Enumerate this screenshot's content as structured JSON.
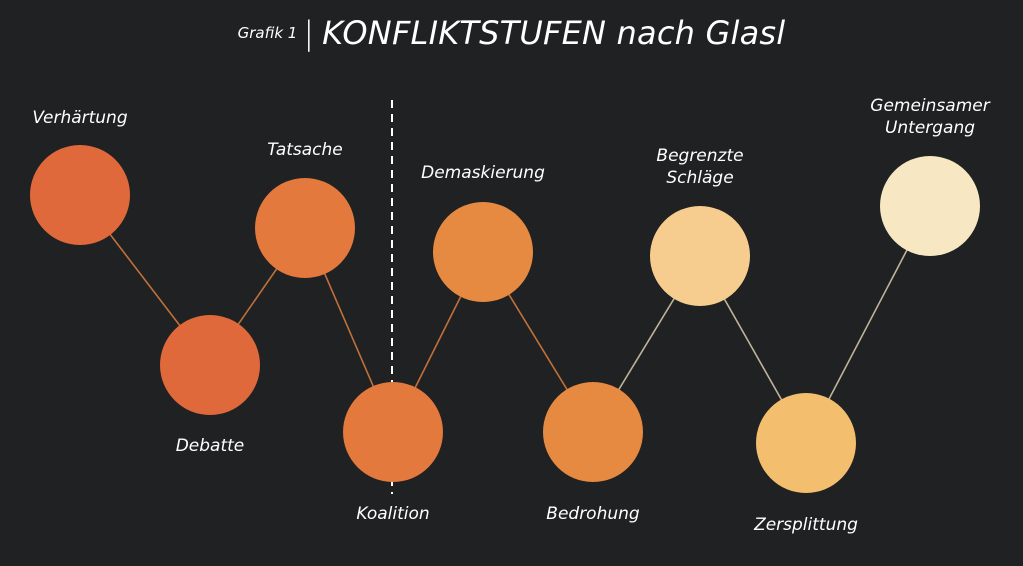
{
  "title": {
    "prefix": "Grafik 1",
    "separator": "|",
    "main": "KONFLIKTSTUFEN nach Glasl"
  },
  "colors": {
    "background": "#1f2122",
    "line_dark": "#c0703a",
    "line_light": "#bfb49a",
    "divider": "#ffffff"
  },
  "stages": [
    {
      "id": "verhaertung",
      "label": "Verhärtung",
      "level": "high",
      "color": "#e0693b"
    },
    {
      "id": "debatte",
      "label": "Debatte",
      "level": "low",
      "color": "#e0693b"
    },
    {
      "id": "tatsache",
      "label": "Tatsache",
      "level": "high",
      "color": "#e4793d"
    },
    {
      "id": "koalition",
      "label": "Koalition",
      "level": "low",
      "color": "#e4793d"
    },
    {
      "id": "demaskierung",
      "label": "Demaskierung",
      "level": "high",
      "color": "#e68941"
    },
    {
      "id": "bedrohung",
      "label": "Bedrohung",
      "level": "low",
      "color": "#e68941"
    },
    {
      "id": "begrenzte-schlaege",
      "label": "Begrenzte\nSchläge",
      "level": "high",
      "color": "#f6cd8e"
    },
    {
      "id": "zersplittung",
      "label": "Zersplittung",
      "level": "low",
      "color": "#f3be6d"
    },
    {
      "id": "gemeinsamer-untergang",
      "label": "Gemeinsamer\nUntergang",
      "level": "high",
      "color": "#f8e7c3"
    }
  ]
}
